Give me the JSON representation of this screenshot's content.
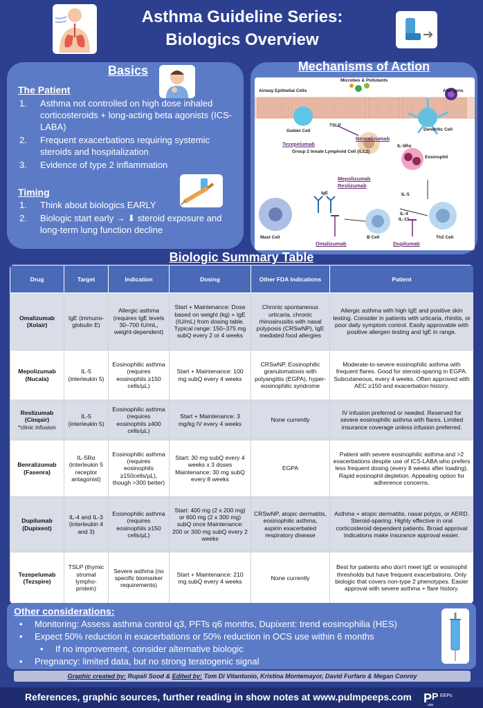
{
  "header": {
    "title_line1": "Asthma Guideline Series:",
    "title_line2": "Biologics Overview",
    "left_icon": "lungs-person-icon",
    "right_icon": "inhaler-icon"
  },
  "basics": {
    "title": "Basics",
    "patient_title": "The Patient",
    "patient_items": [
      {
        "num": "1.",
        "text": "Asthma not controlled on high dose inhaled corticosteroids + long-acting beta agonists (ICS-LABA)"
      },
      {
        "num": "2.",
        "text": "Frequent exacerbations requiring systemic steroids and hospitalization"
      },
      {
        "num": "3.",
        "text": "Evidence of type 2 inflammation"
      }
    ],
    "timing_title": "Timing",
    "timing_items": [
      {
        "num": "1.",
        "text": "Think about biologics EARLY"
      },
      {
        "num": "2.",
        "text": "Biologic start early → ⬇ steroid exposure and long-term lung function decline"
      }
    ]
  },
  "moa": {
    "title": "Mechanisms of Action",
    "labels": {
      "microbes": "Microbes & Pollutants",
      "epithelial": "Airway Epithelial Cells",
      "allergens": "Allergens",
      "goblet": "Goblet Cell",
      "dendritic": "Dendritic Cell",
      "tslp": "TSLP",
      "il5r": "IL-5Rα",
      "eosinophil": "Eosinophil",
      "ilc2": "Group 2 Innate Lymphoid Cell (ILC2)",
      "ige": "IgE",
      "il5": "IL-5",
      "il4": "IL-4",
      "il13": "IL-13",
      "mast": "Mast Cell",
      "bcell": "B Cell",
      "th2": "Th2 Cell"
    },
    "drugs": {
      "tezepelumab": "Tezepelumab",
      "benralizumab": "Benralizumab",
      "mepolizumab": "Mepolizumab",
      "reslizumab": "Reslizumab",
      "omalizumab": "Omalizumab",
      "dupilumab": "Dupilumab"
    }
  },
  "summary": {
    "title": "Biologic Summary Table",
    "headers": [
      "Drug",
      "Target",
      "Indication",
      "Dosing",
      "Other FDA Indications",
      "Patient"
    ],
    "rows": [
      {
        "drug": "Omalizumab (Xolair)",
        "target": "IgE (immuno-globulin E)",
        "indication": "Allergic asthma (requires IgE levels 30–700 IU/mL, weight-dependent)",
        "dosing": "Start + Maintenance: Dose based on weight (kg) + IgE (IU/mL) from dosing table. Typical range: 150–375 mg subQ every 2 or 4 weeks",
        "other": "Chronic spontaneous urticaria, chronic rhinosinusitis with nasal polyposis (CRSwNP), IgE mediated food allergies",
        "patient": "Allergic asthma with high IgE and positive skin testing. Consider in patients with urticaria, rhinitis, or poor daily symptom control. Easily approvable with positive allergen testing and IgE in range."
      },
      {
        "drug": "Mepolizumab (Nucala)",
        "target": "IL-5 (interleukin 5)",
        "indication": "Eosinophilic asthma (requires eosinophils ≥150 cells/µL)",
        "dosing": "Start + Maintenance: 100 mg subQ every 4 weeks",
        "other": "CRSwNP, Eosinophilic granulomatosis with polyangiitis (EGPA), hyper-eosinophilic syndrome",
        "patient": "Moderate-to-severe eosinophilic asthma with frequent flares. Good for steroid-sparing in EGPA. Subcutaneous, every 4 weeks. Often approved with AEC ≥150 and exacerbation history."
      },
      {
        "drug": "Reslizumab (Cinqair)",
        "drug_note": "*clinic infusion",
        "target": "IL-5 (interleukin 5)",
        "indication": "Eosinophilic asthma (requires eosinophils ≥400 cells/µL)",
        "dosing": "Start + Maintenance: 3 mg/kg IV every 4 weeks",
        "other": "None currently",
        "patient": "IV infusion preferred or needed. Reserved for severe eosinophilic asthma with flares. Limited insurance coverage unless infusion preferred."
      },
      {
        "drug": "Benralizumab (Fasenra)",
        "target": "IL-5Rα (interleukin 5 receptor antagonist)",
        "indication": "Eosinophilic asthma (requires eosinophils ≥150cells/µL), though >300 better)",
        "dosing": "Start: 30 mg subQ every 4 weeks x 3 doses Maintenance: 30 mg subQ every 8 weeks",
        "other": "EGPA",
        "patient": "Patient with severe eosinophilic asthma and >2 exacerbations despite use of ICS-LABA who prefers less frequent dosing (every 8 weeks after loading). Rapid eosinophil depletion. Appealing option for adherence concerns."
      },
      {
        "drug": "Dupilumab (Dupixent)",
        "target": "IL-4 and IL-3 (interleukin 4 and 3)",
        "indication": "Eosinophilic asthma (requires eosinophils ≥150 cells/µL)",
        "dosing": "Start: 400 mg (2 x 200 mg) or 600 mg (2 x 300 mg) subQ once Maintenance: 200 or 300 mg subQ every 2 weeks",
        "other": "CRSwNP, atopic dermatitis, eosinophilic asthma, aspirin exacerbated respiratory disease",
        "patient": "Asthma + atopic dermatitis, nasal polyps, or AERD. Steroid-sparing. Highly effective in oral corticosteroid dependent patients. Broad approval indications make insurance approval easier."
      },
      {
        "drug": "Tezepelumab (Tezspire)",
        "target": "TSLP (thymic stromal lympho-protein)",
        "indication": "Severe asthma (no specific biomarker requirements)",
        "dosing": "Start + Maintenance: 210 mg subQ every 4 weeks",
        "other": "None currently",
        "patient": "Best for patients who don't meet IgE or eosinophil thresholds but have frequent exacerbations. Only biologic that covers non-type 2 phenotypes. Easier approval with severe asthma + flare history."
      }
    ]
  },
  "other": {
    "title": "Other considerations:",
    "bullets": [
      "Monitoring: Assess asthma control q3, PFTs q6 months, Dupixent: trend eosinophilia (HES)",
      "Expect 50% reduction in exacerbations or 50% reduction in OCS use within 6 months",
      "If no improvement, consider alternative biologic",
      "Pregnancy: limited data, but no strong teratogenic signal"
    ]
  },
  "credits": {
    "created_label": "Graphic created by:",
    "created_name": "Rupali Sood",
    "edited_label": "Edited by:",
    "edited_names": "Tom Di Vitantonio, Kristina Montemayor, David Furfaro & Megan Conroy"
  },
  "footer": {
    "text": "References, graphic sources,  further reading in show notes at www.pulmpeeps.com",
    "logo_text": "PulmPEEPs"
  },
  "colors": {
    "background": "#2d3f8f",
    "panel": "#5c7bc7",
    "table_header": "#4a69b7",
    "table_row_alt": "#d9dde8",
    "drug_label": "#6b2f7e"
  }
}
